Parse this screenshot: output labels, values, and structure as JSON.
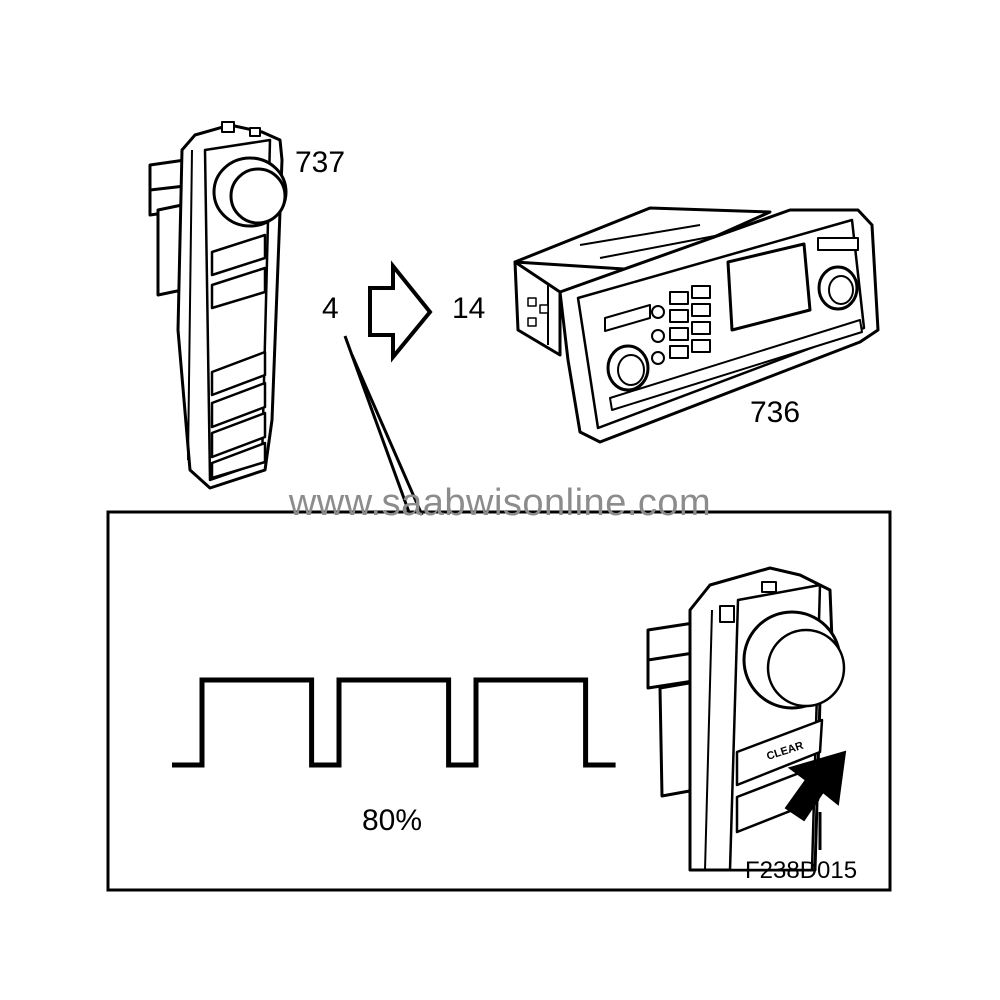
{
  "labels": {
    "module_737": "737",
    "module_736": "736",
    "pin_from": "4",
    "pin_to": "14",
    "duty_cycle": "80%",
    "button_text": "CLEAR",
    "figure_code": "F238D015"
  },
  "watermark": "www.saabwisonline.com",
  "signal": {
    "duty_cycle_percent": 80,
    "periods": 3
  },
  "colors": {
    "line": "#000000",
    "background": "#ffffff",
    "watermark": "#8c8c8c"
  }
}
